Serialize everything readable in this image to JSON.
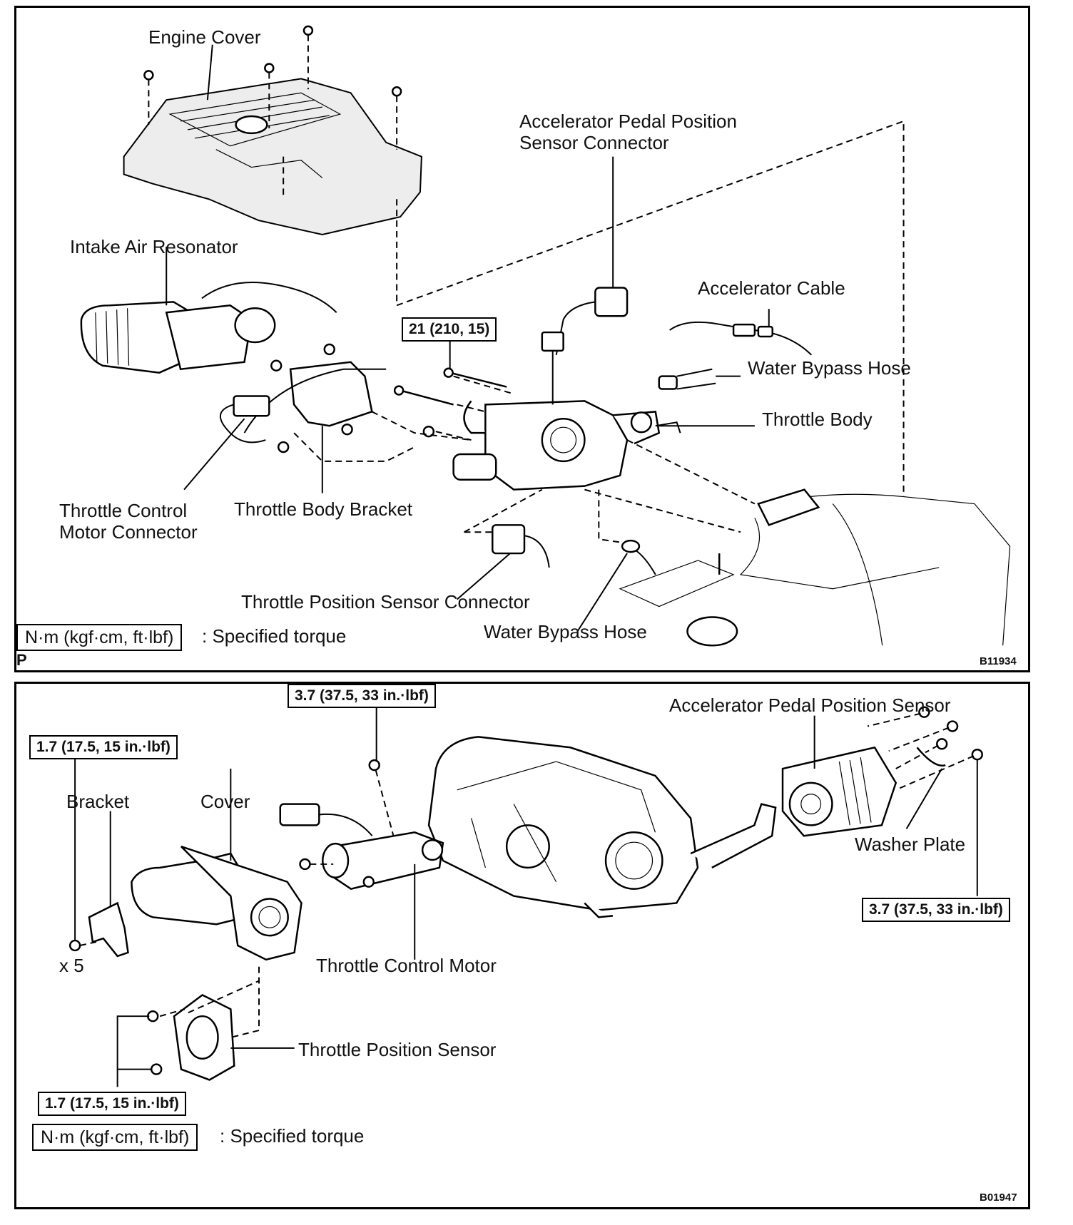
{
  "panel_top": {
    "labels": {
      "engine_cover": "Engine Cover",
      "apps_connector": "Accelerator Pedal Position Sensor Connector",
      "intake_air_resonator": "Intake Air Resonator",
      "accelerator_cable": "Accelerator Cable",
      "water_bypass_hose_upper": "Water Bypass Hose",
      "throttle_body": "Throttle Body",
      "throttle_control_motor_connector": "Throttle Control Motor Connector",
      "throttle_body_bracket": "Throttle Body Bracket",
      "tps_connector": "Throttle Position Sensor Connector",
      "water_bypass_hose_lower": "Water Bypass Hose"
    },
    "torque": "21 (210, 15)",
    "legend_unit": "N·m (kgf·cm, ft·lbf)",
    "legend_text": ": Specified torque",
    "corner_mark": "P",
    "figure_code": "B11934"
  },
  "panel_bottom": {
    "labels": {
      "apps": "Accelerator Pedal Position Sensor",
      "bracket": "Bracket",
      "cover": "Cover",
      "count": "x 5",
      "washer_plate": "Washer Plate",
      "throttle_control_motor": "Throttle Control Motor",
      "throttle_position_sensor": "Throttle Position Sensor"
    },
    "torque_motor": "3.7 (37.5, 33 in.·lbf)",
    "torque_bracket": "1.7 (17.5, 15 in.·lbf)",
    "torque_apps": "3.7 (37.5, 33 in.·lbf)",
    "torque_tps": "1.7 (17.5, 15 in.·lbf)",
    "legend_unit": "N·m (kgf·cm, ft·lbf)",
    "legend_text": ": Specified torque",
    "figure_code": "B01947"
  }
}
